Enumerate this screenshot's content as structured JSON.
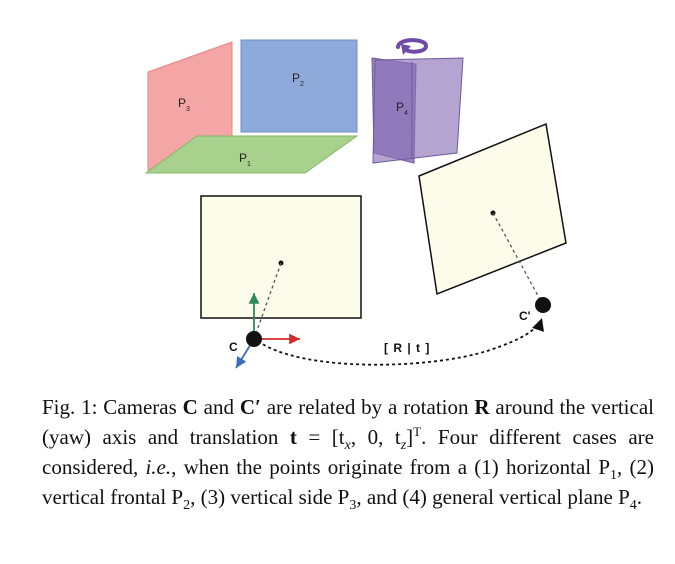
{
  "planes": {
    "p1": {
      "label": "P",
      "sub": "1"
    },
    "p2": {
      "label": "P",
      "sub": "2"
    },
    "p3": {
      "label": "P",
      "sub": "3"
    },
    "p4": {
      "label": "P",
      "sub": "4"
    }
  },
  "cameras": {
    "c": "C",
    "c_prime": "C'"
  },
  "transform_label": "[ R | t ]",
  "colors": {
    "p1": "#a9d18e",
    "p2": "#8eaadb",
    "p3": "#f4a6a6",
    "p4": "#8a73b8",
    "image_plane": "#fdfbe9",
    "axis_red": "#d42b2b",
    "axis_green": "#2e8b57",
    "axis_blue": "#3a6fb5"
  },
  "caption": {
    "fig": "Fig. 1:",
    "t1": " Cameras ",
    "C": "C",
    "t2": " and ",
    "Cp": "C′",
    "t3": " are related by a rotation ",
    "R": "R",
    "t4": " around the vertical (yaw) axis and translation ",
    "tvec": "t",
    "t5": " = [t",
    "sx": "x",
    "t6": ", 0, t",
    "sz": "z",
    "t7": "]",
    "sT": "T",
    "t8": ". Four different cases are considered, ",
    "ie": "i.e.",
    "t9": ", when the points originate from a (1) horizontal P",
    "s1": "1",
    "t10": ", (2) vertical frontal P",
    "s2": "2",
    "t11": ", (3) vertical side P",
    "s3": "3",
    "t12": ", and (4) general vertical plane P",
    "s4": "4",
    "t13": "."
  }
}
